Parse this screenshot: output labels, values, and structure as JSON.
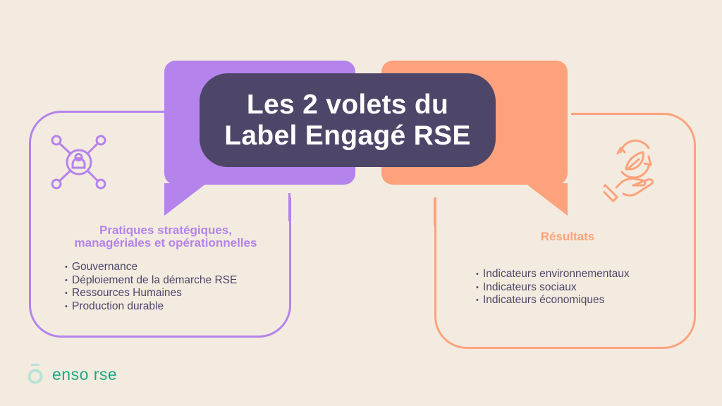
{
  "title": {
    "line1": "Les 2 volets du",
    "line2": "Label Engagé RSE"
  },
  "colors": {
    "background": "#f3ebdf",
    "purple": "#b483ec",
    "orange": "#fda27c",
    "dark": "#4e4669",
    "logo_green": "#1fa883",
    "logo_mint": "#b8e3d6"
  },
  "left_panel": {
    "icon": "network-person-icon",
    "heading_line1": "Pratiques stratégiques,",
    "heading_line2": "managériales et opérationnelles",
    "items": [
      "Gouvernance",
      "Déploiement de la démarche RSE",
      "Ressources Humaines",
      "Production durable"
    ]
  },
  "right_panel": {
    "icon": "hand-leaf-recycle-icon",
    "heading": "Résultats",
    "items": [
      "Indicateurs environnementaux",
      "Indicateurs sociaux",
      "Indicateurs économiques"
    ]
  },
  "logo": {
    "text": "enso rse"
  }
}
